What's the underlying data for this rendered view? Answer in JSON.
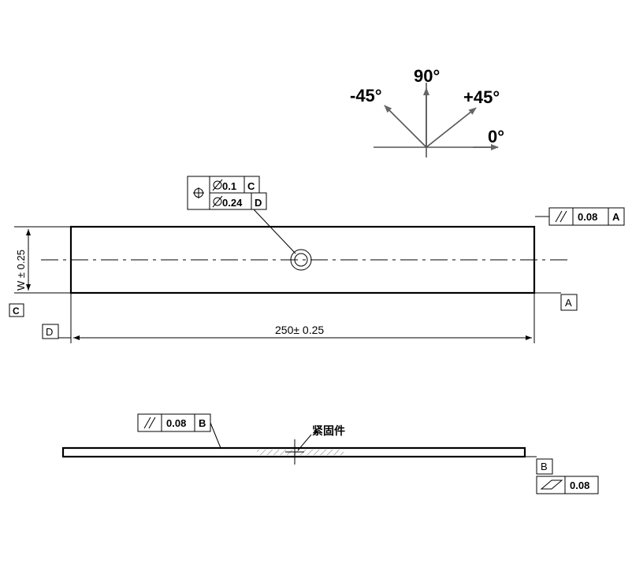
{
  "angle_legend": {
    "label_90": "90°",
    "label_m45": "-45°",
    "label_p45": "+45°",
    "label_0": "0°"
  },
  "top_view": {
    "position_fcf": {
      "row1_tol": "0.1",
      "row1_datum": "C",
      "row2_tol": "0.24",
      "row2_datum": "D"
    },
    "parallelism_fcf": {
      "tol": "0.08",
      "datum": "A"
    },
    "datum_a": "A",
    "datum_c": "C",
    "datum_d": "D",
    "width_dim": "W ± 0.25",
    "length_dim": "250± 0.25"
  },
  "side_view": {
    "parallelism_fcf": {
      "tol": "0.08",
      "datum": "B"
    },
    "fastener_label": "紧固件",
    "datum_b": "B",
    "flatness_fcf": {
      "tol": "0.08"
    }
  }
}
